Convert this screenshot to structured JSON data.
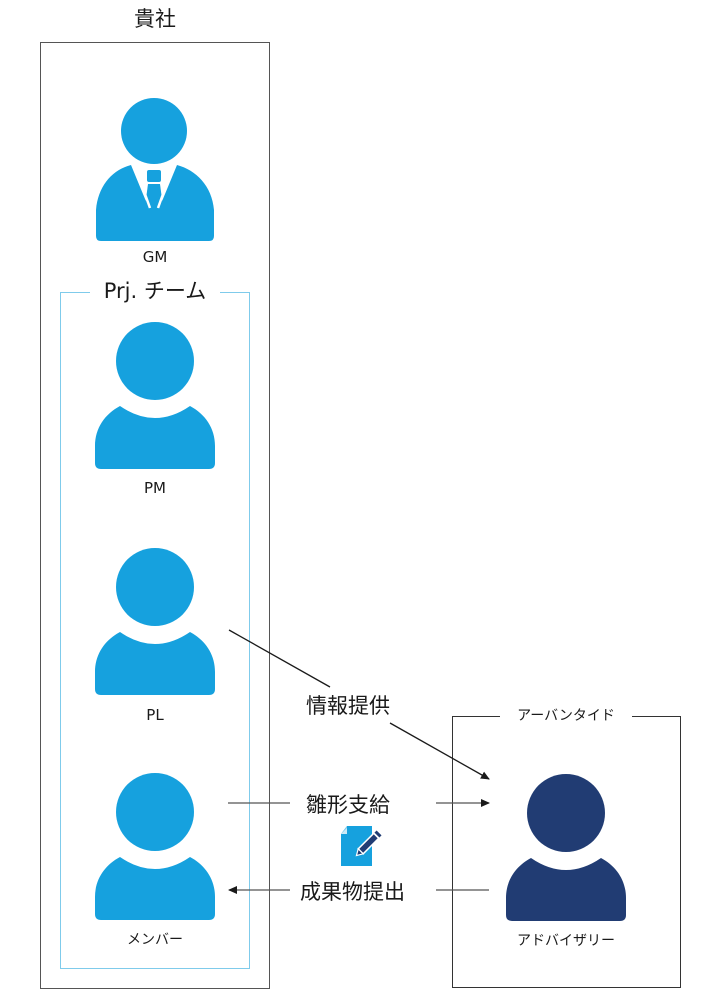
{
  "colors": {
    "client_person": "#16A1DE",
    "advisor_person": "#213C73",
    "client_box_border": "#555555",
    "team_box_border": "#7FCBEB",
    "advisor_box_border": "#333333",
    "arrow": "#1a1a1a"
  },
  "client_company": {
    "title": "貴社",
    "gm": {
      "label": "GM",
      "icon": "businessman-with-tie-icon"
    },
    "project_team": {
      "title": "Prj. チーム",
      "members": [
        {
          "label": "PM",
          "icon": "person-icon"
        },
        {
          "label": "PL",
          "icon": "person-icon"
        },
        {
          "label": "メンバー",
          "icon": "person-icon"
        }
      ]
    }
  },
  "advisor_company": {
    "title": "アーバンタイド",
    "person": {
      "label": "アドバイザリー",
      "icon": "person-icon"
    }
  },
  "flows": [
    {
      "label": "情報提供",
      "from": "PL",
      "to": "アドバイザリー",
      "direction": "right"
    },
    {
      "label": "雛形支給",
      "from": "メンバー",
      "to": "アドバイザリー",
      "direction": "right"
    },
    {
      "label": "成果物提出",
      "from": "アドバイザリー",
      "to": "メンバー",
      "direction": "left"
    }
  ],
  "document_icon": "document-edit-icon"
}
